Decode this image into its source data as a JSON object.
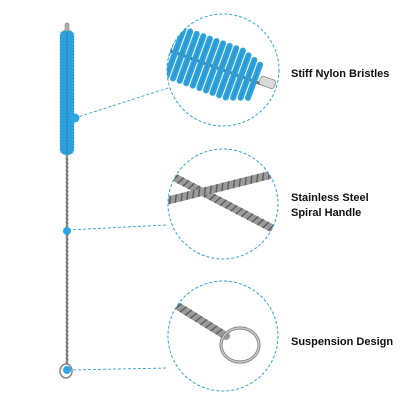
{
  "colors": {
    "bristle": "#2ea3de",
    "bristle_dark": "#1f7fb3",
    "wire": "#9a9a9a",
    "wire_dark": "#6f6f6f",
    "callout_line": "#31a3d8",
    "callout_dot": "#2ea6e0"
  },
  "callouts": [
    {
      "id": "bristles",
      "lines": [
        "Stiff Nylon Bristles"
      ]
    },
    {
      "id": "handle",
      "lines": [
        "Stainless Steel",
        "Spiral Handle"
      ]
    },
    {
      "id": "suspension",
      "lines": [
        "Suspension Design"
      ]
    }
  ]
}
